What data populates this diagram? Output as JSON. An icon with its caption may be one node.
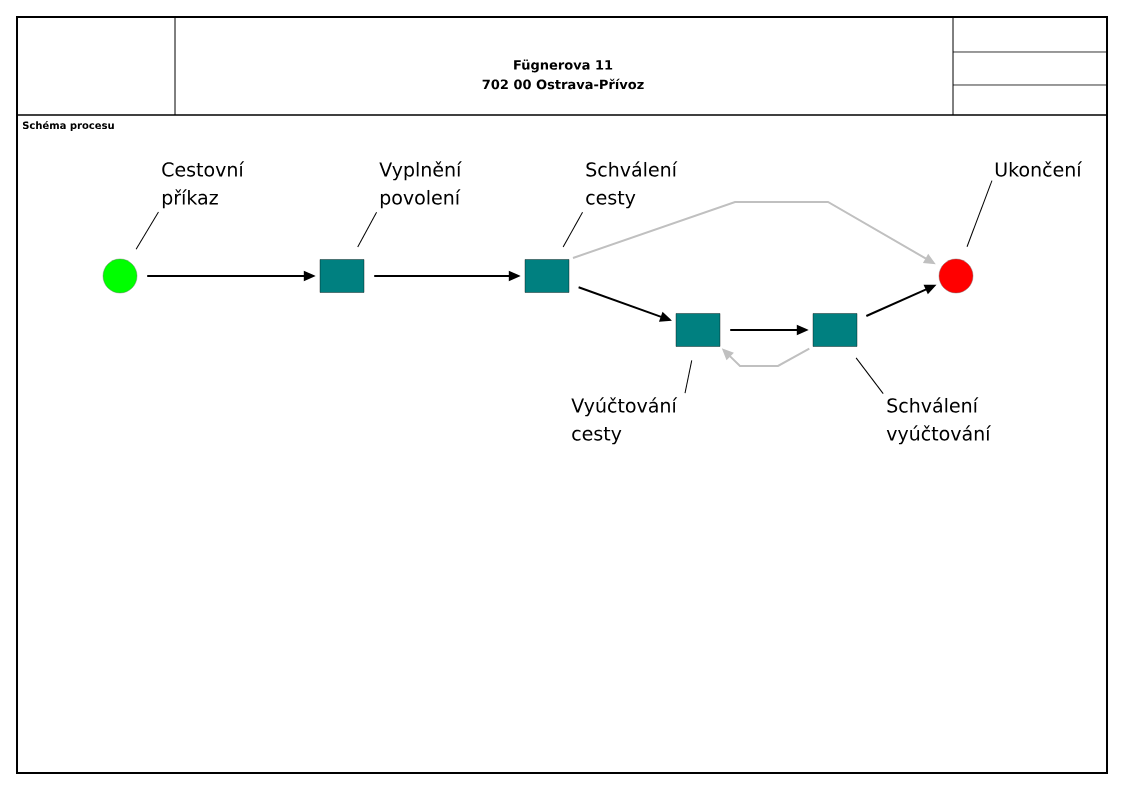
{
  "diagram": {
    "nodes": [
      {
        "text": [],
        "shape": "circle"
      },
      {
        "text": [],
        "shape": "box"
      },
      {
        "text": [],
        "shape": "box"
      },
      {
        "text": [],
        "shape": "box"
      },
      {
        "text": [],
        "shape": "box"
      },
      {
        "text": [],
        "shape": "circle"
      },
      {
        "text": [
          "Cestovní příkaz"
        ]
      },
      {
        "text": [
          "Vyplnění povolení"
        ]
      },
      {
        "text": [
          "Schválení cesty"
        ]
      },
      {
        "text": [
          "Vyúčtování cesty"
        ]
      },
      {
        "text": [
          "Schválení vyúčtování"
        ]
      },
      {
        "text": [
          "Ukončení"
        ]
      }
    ],
    "edges": [
      {
        "from": 0,
        "to": 1,
        "arrow": "to"
      },
      {
        "from": 1,
        "to": 2,
        "arrow": "to"
      },
      {
        "from": 2,
        "to": 5,
        "arrow": "to",
        "color": "#c0c0c0"
      },
      {
        "from": 2,
        "to": 3,
        "arrow": "to"
      },
      {
        "from": 3,
        "to": 4,
        "arrow": "to"
      },
      {
        "from": 4,
        "to": 3,
        "arrow": "to",
        "color": "#c0c0c0"
      },
      {
        "from": 4,
        "to": 5,
        "arrow": "to"
      },
      {
        "from": 6,
        "to": 0,
        "arrow": "none"
      },
      {
        "from": 7,
        "to": 1,
        "arrow": "none"
      },
      {
        "from": 8,
        "to": 2,
        "arrow": "none"
      },
      {
        "from": 9,
        "to": 3,
        "arrow": "none"
      },
      {
        "from": 10,
        "to": 4,
        "arrow": "none"
      },
      {
        "from": 11,
        "to": 5,
        "arrow": "none"
      }
    ],
    "labels": [
      "Fügnerova 11",
      "702 00 Ostrava-Přívoz",
      "Schéma procesu"
    ]
  }
}
